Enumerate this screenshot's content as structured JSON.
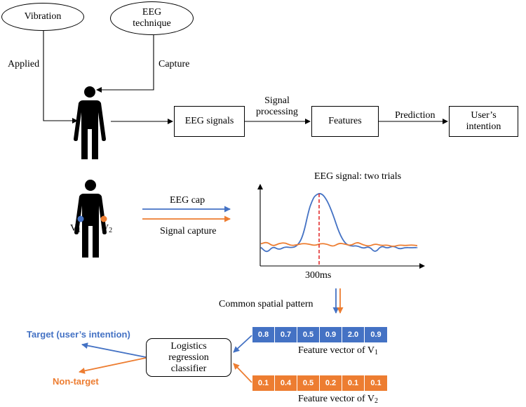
{
  "top": {
    "vibration": "Vibration",
    "eeg_technique": "EEG technique",
    "applied": "Applied",
    "capture": "Capture",
    "eeg_signals": "EEG signals",
    "signal_processing": "Signal processing",
    "features": "Features",
    "prediction": "Prediction",
    "users_intention": "User’s intention"
  },
  "middle": {
    "v1_label": "V",
    "v1_sub": "1",
    "v2_label": "V",
    "v2_sub": "2",
    "eeg_cap": "EEG cap",
    "signal_capture": "Signal capture"
  },
  "chart_data": {
    "type": "line",
    "title": "EEG signal: two trials",
    "xlabel": "",
    "ylabel": "",
    "marker_label": "300ms",
    "grid": false,
    "series": [
      {
        "color": "#4472c4",
        "points": [
          [
            0,
            -0.05
          ],
          [
            1,
            -0.2
          ],
          [
            2,
            -0.02
          ],
          [
            3,
            -0.12
          ],
          [
            4,
            -0.03
          ],
          [
            5,
            -0.06
          ],
          [
            6,
            -0.02
          ],
          [
            7,
            0.25
          ],
          [
            8,
            1.0
          ],
          [
            8.5,
            1.22
          ],
          [
            9,
            1.38
          ],
          [
            10,
            1.45
          ],
          [
            11,
            1.25
          ],
          [
            12,
            0.85
          ],
          [
            13,
            0.35
          ],
          [
            14,
            0.05
          ],
          [
            15,
            -0.02
          ],
          [
            16,
            0.0
          ],
          [
            17,
            -0.08
          ],
          [
            18,
            -0.02
          ],
          [
            19,
            -0.2
          ],
          [
            20,
            0.0
          ],
          [
            21,
            -0.08
          ],
          [
            22,
            0.0
          ],
          [
            23,
            -0.1
          ],
          [
            24,
            -0.05
          ],
          [
            25,
            -0.06
          ],
          [
            26,
            -0.05
          ]
        ]
      },
      {
        "color": "#ed7d31",
        "points": [
          [
            0,
            0.05
          ],
          [
            1,
            0.1
          ],
          [
            2,
            -0.02
          ],
          [
            3,
            0.06
          ],
          [
            4,
            0.08
          ],
          [
            5,
            0.0
          ],
          [
            6,
            0.02
          ],
          [
            7,
            0.06
          ],
          [
            8,
            0.04
          ],
          [
            9,
            0.0
          ],
          [
            10,
            0.06
          ],
          [
            11,
            0.04
          ],
          [
            12,
            -0.03
          ],
          [
            13,
            0.07
          ],
          [
            14,
            0.04
          ],
          [
            15,
            0.0
          ],
          [
            16,
            0.1
          ],
          [
            17,
            0.02
          ],
          [
            18,
            -0.02
          ],
          [
            19,
            0.05
          ],
          [
            20,
            0.0
          ],
          [
            21,
            0.02
          ],
          [
            22,
            -0.03
          ],
          [
            23,
            0.02
          ],
          [
            24,
            0.0
          ],
          [
            25,
            0.02
          ],
          [
            26,
            0.0
          ]
        ]
      }
    ],
    "colors": {
      "blue": "#4472c4",
      "orange": "#ed7d31",
      "marker": "#e02020"
    }
  },
  "bottom": {
    "csp": "Common spatial pattern",
    "classifier": "Logistics regression classifier",
    "target": "Target (user’s intention)",
    "non_target": "Non-target",
    "fv1_caption": "Feature vector of V",
    "fv1_sub": "1",
    "fv2_caption": "Feature vector of V",
    "fv2_sub": "2",
    "v1_values": [
      "0.8",
      "0.7",
      "0.5",
      "0.9",
      "2.0",
      "0.9"
    ],
    "v2_values": [
      "0.1",
      "0.4",
      "0.5",
      "0.2",
      "0.1",
      "0.1"
    ]
  }
}
